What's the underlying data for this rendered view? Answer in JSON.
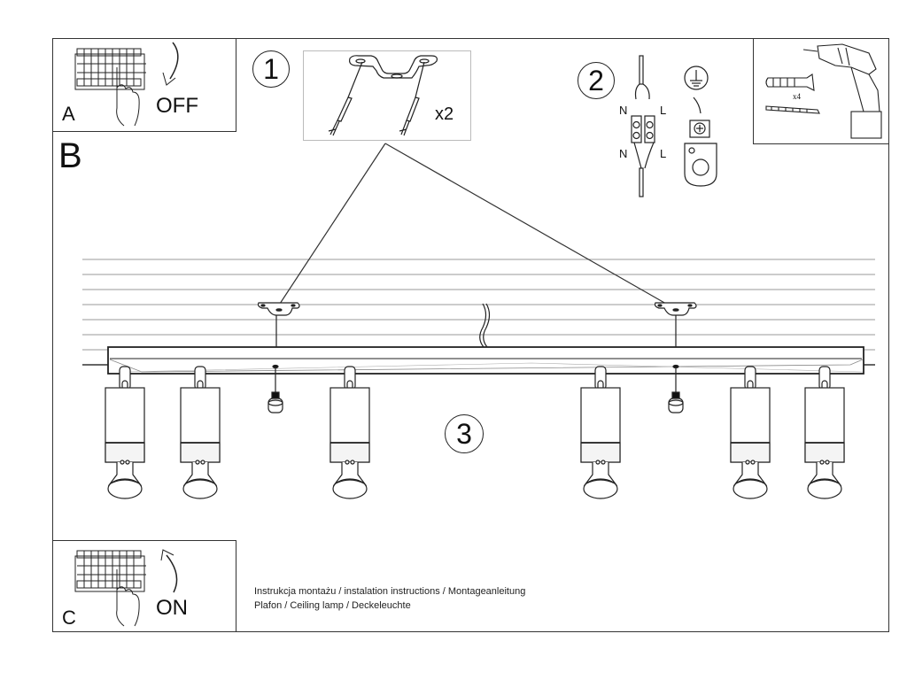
{
  "document": {
    "type": "installation-instructions",
    "step_labels": {
      "A": "A",
      "B": "B",
      "C": "C"
    },
    "panel_a": {
      "letter": "A",
      "action": "OFF",
      "icon": "circuit-breaker-switch-off-icon"
    },
    "panel_c": {
      "letter": "C",
      "action": "ON",
      "icon": "circuit-breaker-switch-on-icon"
    },
    "step_1": {
      "number": "1",
      "quantity": "x2",
      "icon": "mounting-bracket-with-wall-plugs-icon"
    },
    "step_2": {
      "number": "2",
      "wiring_labels": {
        "top_left": "N",
        "top_right": "L",
        "bottom_left": "N",
        "bottom_right": "L"
      },
      "icons": [
        "terminal-block-icon",
        "ground-symbol-icon",
        "ground-terminal-icon"
      ]
    },
    "tools": {
      "quantity": "x4",
      "icons": [
        "drill-icon",
        "wall-plug-icon",
        "screw-icon"
      ]
    },
    "step_3": {
      "number": "3",
      "spotlight_count": 6,
      "pendant_count": 2
    },
    "caption": {
      "line1": "Instrukcja montażu / instalation instructions / Montageanleitung",
      "line2": "Plafon / Ceiling lamp / Deckeleuchte"
    }
  }
}
